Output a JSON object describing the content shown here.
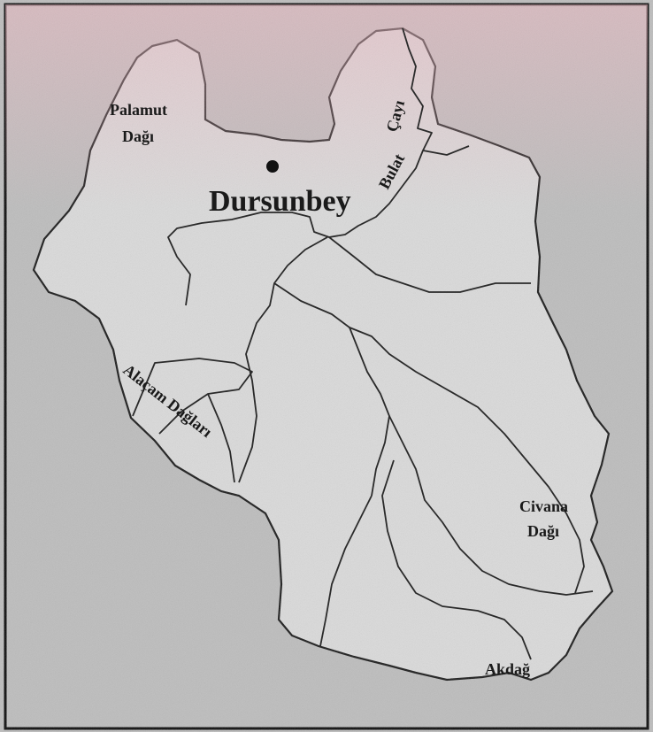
{
  "map": {
    "colors": {
      "background": "#bdbdbd",
      "region_fill": "#dcdcdc",
      "pink_tint": "#f0b8c2",
      "border": "#111111",
      "river": "#2a2a2a",
      "frame": "#000000"
    },
    "labels": {
      "town": "Dursunbey",
      "mountain_palamut_line1": "Palamut",
      "mountain_palamut_line2": "Dağı",
      "river_bulat_part1": "Bulat",
      "river_bulat_part2": "Çayı",
      "mountain_alacam": "Alaçam Dağları",
      "mountain_civana_line1": "Civana",
      "mountain_civana_line2": "Dağı",
      "mountain_akdag": "Akdağ"
    }
  }
}
